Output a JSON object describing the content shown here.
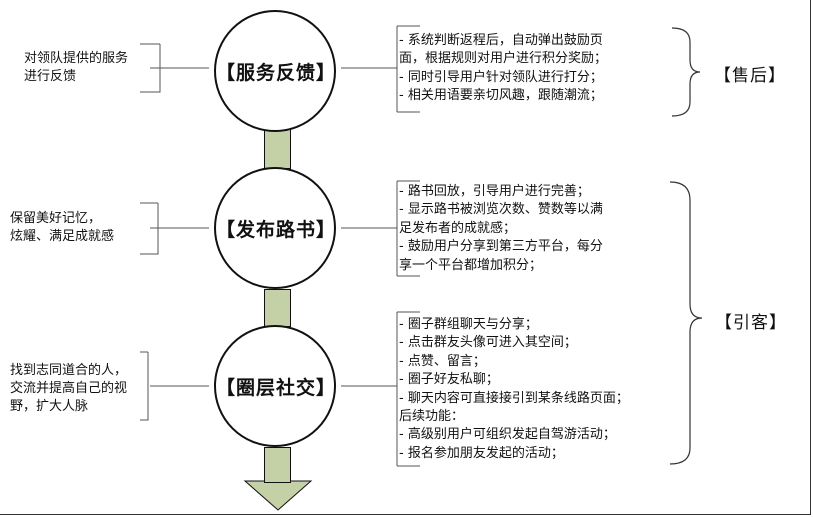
{
  "nodes": [
    {
      "label": "【服务反馈】"
    },
    {
      "label": "【发布路书】"
    },
    {
      "label": "【圈层社交】"
    }
  ],
  "left_notes": [
    {
      "text": "对领队提供的服务\n进行反馈"
    },
    {
      "text": "保留美好记忆，\n炫耀、满足成就感"
    },
    {
      "text": "找到志同道合的人，\n交流并提高自己的视\n野，扩大人脉"
    }
  ],
  "right_boxes": [
    {
      "lines": [
        "- 系统判断返程后，自动弹出鼓励页",
        "面，根据规则对用户进行积分奖励；",
        "- 同时引导用户针对领队进行打分；",
        "- 相关用语要亲切风趣，跟随潮流；"
      ]
    },
    {
      "lines": [
        "- 路书回放，引导用户进行完善；",
        "- 显示路书被浏览次数、赞数等以满",
        "足发布者的成就感；",
        "- 鼓励用户分享到第三方平台，每分",
        "享一个平台都增加积分；"
      ]
    },
    {
      "lines": [
        "- 圈子群组聊天与分享；",
        "- 点击群友头像可进入其空间；",
        "- 点赞、留言；",
        "- 圈子好友私聊；",
        "- 聊天内容可直接接引到某条线路页面；",
        "后续功能：",
        "- 高级别用户可组织发起自驾游活动；",
        "- 报名参加朋友发起的活动；"
      ]
    }
  ],
  "bracket_labels": [
    "【售后】",
    "【引客】"
  ],
  "colors": {
    "pillar": "#c4d0a6",
    "line": "#111111"
  }
}
